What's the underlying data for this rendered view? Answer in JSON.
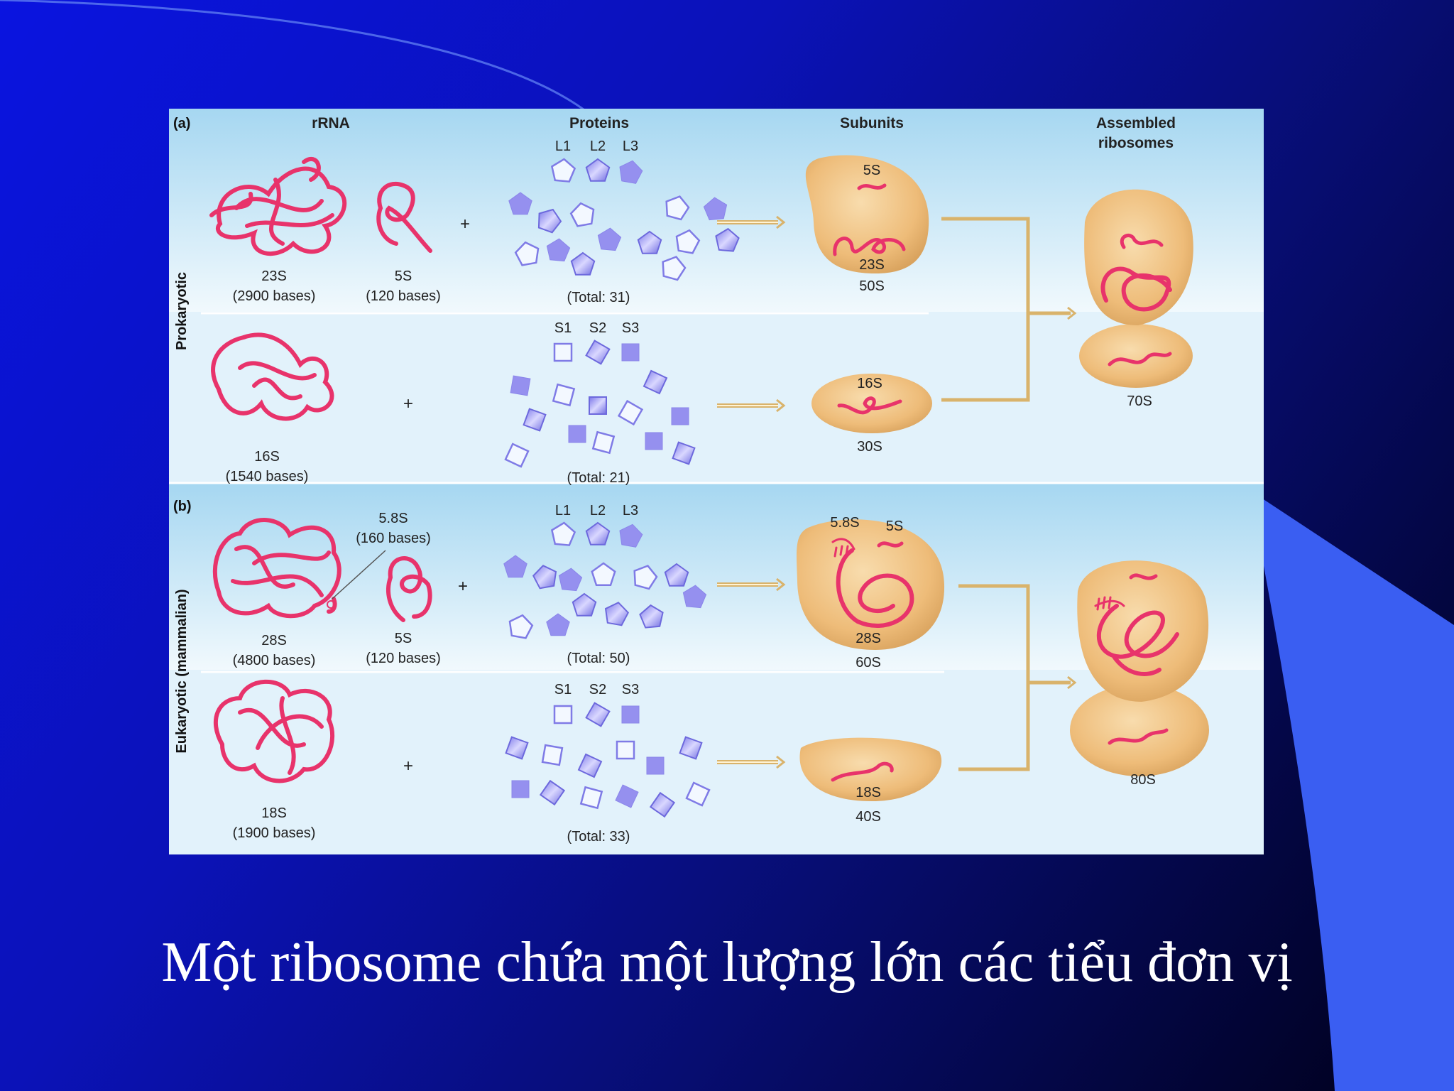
{
  "slide": {
    "caption": "Một ribosome chứa một lượng lớn các tiểu đơn vị"
  },
  "colors": {
    "rna": "#e8336b",
    "protein": "#8f8cf0",
    "subunit": "#f1c98d",
    "panel_top": "#a9d9f2",
    "panel_bottom": "#eef8fd"
  },
  "figure": {
    "headers": {
      "rrna": "rRNA",
      "proteins": "Proteins",
      "subunits": "Subunits",
      "assembled_1": "Assembled",
      "assembled_2": "ribosomes"
    },
    "panel_a": {
      "letter": "(a)",
      "side_label": "Prokaryotic",
      "large": {
        "rna1_name": "23S",
        "rna1_bases": "(2900 bases)",
        "rna2_name": "5S",
        "rna2_bases": "(120 bases)",
        "proteins_labels": [
          "L1",
          "L2",
          "L3"
        ],
        "proteins_total": "(Total: 31)",
        "subunit_top": "5S",
        "subunit_inner": "23S",
        "subunit_name": "50S"
      },
      "small": {
        "rna1_name": "16S",
        "rna1_bases": "(1540 bases)",
        "proteins_labels": [
          "S1",
          "S2",
          "S3"
        ],
        "proteins_total": "(Total: 21)",
        "subunit_inner": "16S",
        "subunit_name": "30S"
      },
      "ribosome": "70S"
    },
    "panel_b": {
      "letter": "(b)",
      "side_label": "Eukaryotic (mammalian)",
      "large": {
        "rna1_name": "28S",
        "rna1_bases": "(4800 bases)",
        "rna_extra_name": "5.8S",
        "rna_extra_bases": "(160 bases)",
        "rna2_name": "5S",
        "rna2_bases": "(120 bases)",
        "proteins_labels": [
          "L1",
          "L2",
          "L3"
        ],
        "proteins_total": "(Total: 50)",
        "subunit_top1": "5.8S",
        "subunit_top2": "5S",
        "subunit_inner": "28S",
        "subunit_name": "60S"
      },
      "small": {
        "rna1_name": "18S",
        "rna1_bases": "(1900 bases)",
        "proteins_labels": [
          "S1",
          "S2",
          "S3"
        ],
        "proteins_total": "(Total: 33)",
        "subunit_inner": "18S",
        "subunit_name": "40S"
      },
      "ribosome": "80S"
    },
    "plus": "+"
  }
}
